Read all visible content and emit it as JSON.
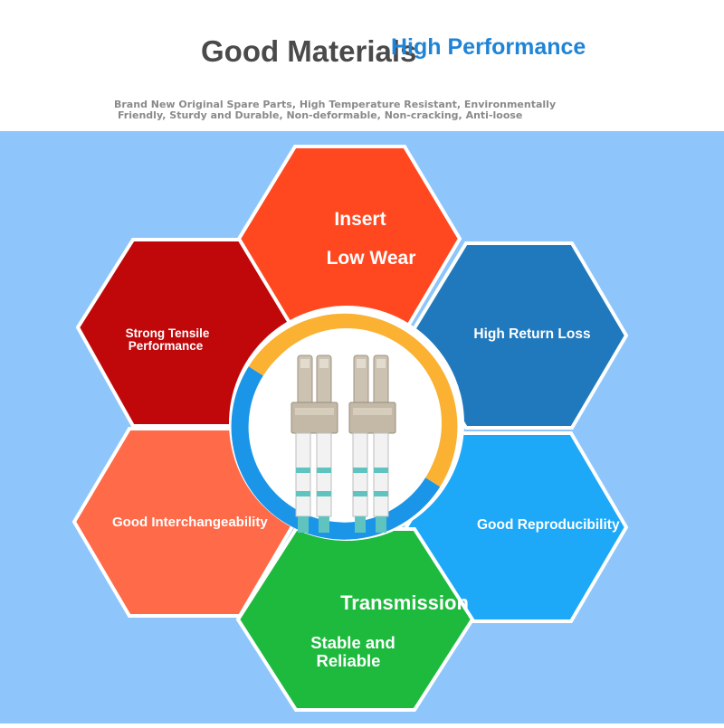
{
  "header": {
    "title_main": "Good Materials",
    "title_accent": "High Performance",
    "subtitle_line1": "Brand New Original Spare Parts, High Temperature Resistant, Environmentally",
    "subtitle_line2": "Friendly, Sturdy and Durable, Non-deformable, Non-cracking, Anti-loose"
  },
  "hexagons": {
    "top": {
      "line1": "Insert",
      "line2": "Low Wear",
      "color": "#ff4820"
    },
    "upper_left": {
      "line1": "Strong Tensile",
      "line2": "Performance",
      "color": "#c0080a"
    },
    "upper_right": {
      "line1": "High Return Loss",
      "color": "#2079bd"
    },
    "lower_left": {
      "line1": "Good Interchangeability",
      "color": "#ff6a48"
    },
    "lower_right": {
      "line1": "Good Reproducibility",
      "color": "#1ea8f8"
    },
    "bottom": {
      "line1": "Transmission",
      "line2": "Stable and",
      "line3": "Reliable",
      "color": "#1dba3d"
    }
  },
  "colors": {
    "background_blue": "#8ec6fb",
    "title_accent": "#1f84d6",
    "ring_orange": "#fbb131",
    "ring_blue": "#1a95e8"
  },
  "center_image": {
    "icon": "lc-duplex-connector-icon"
  }
}
